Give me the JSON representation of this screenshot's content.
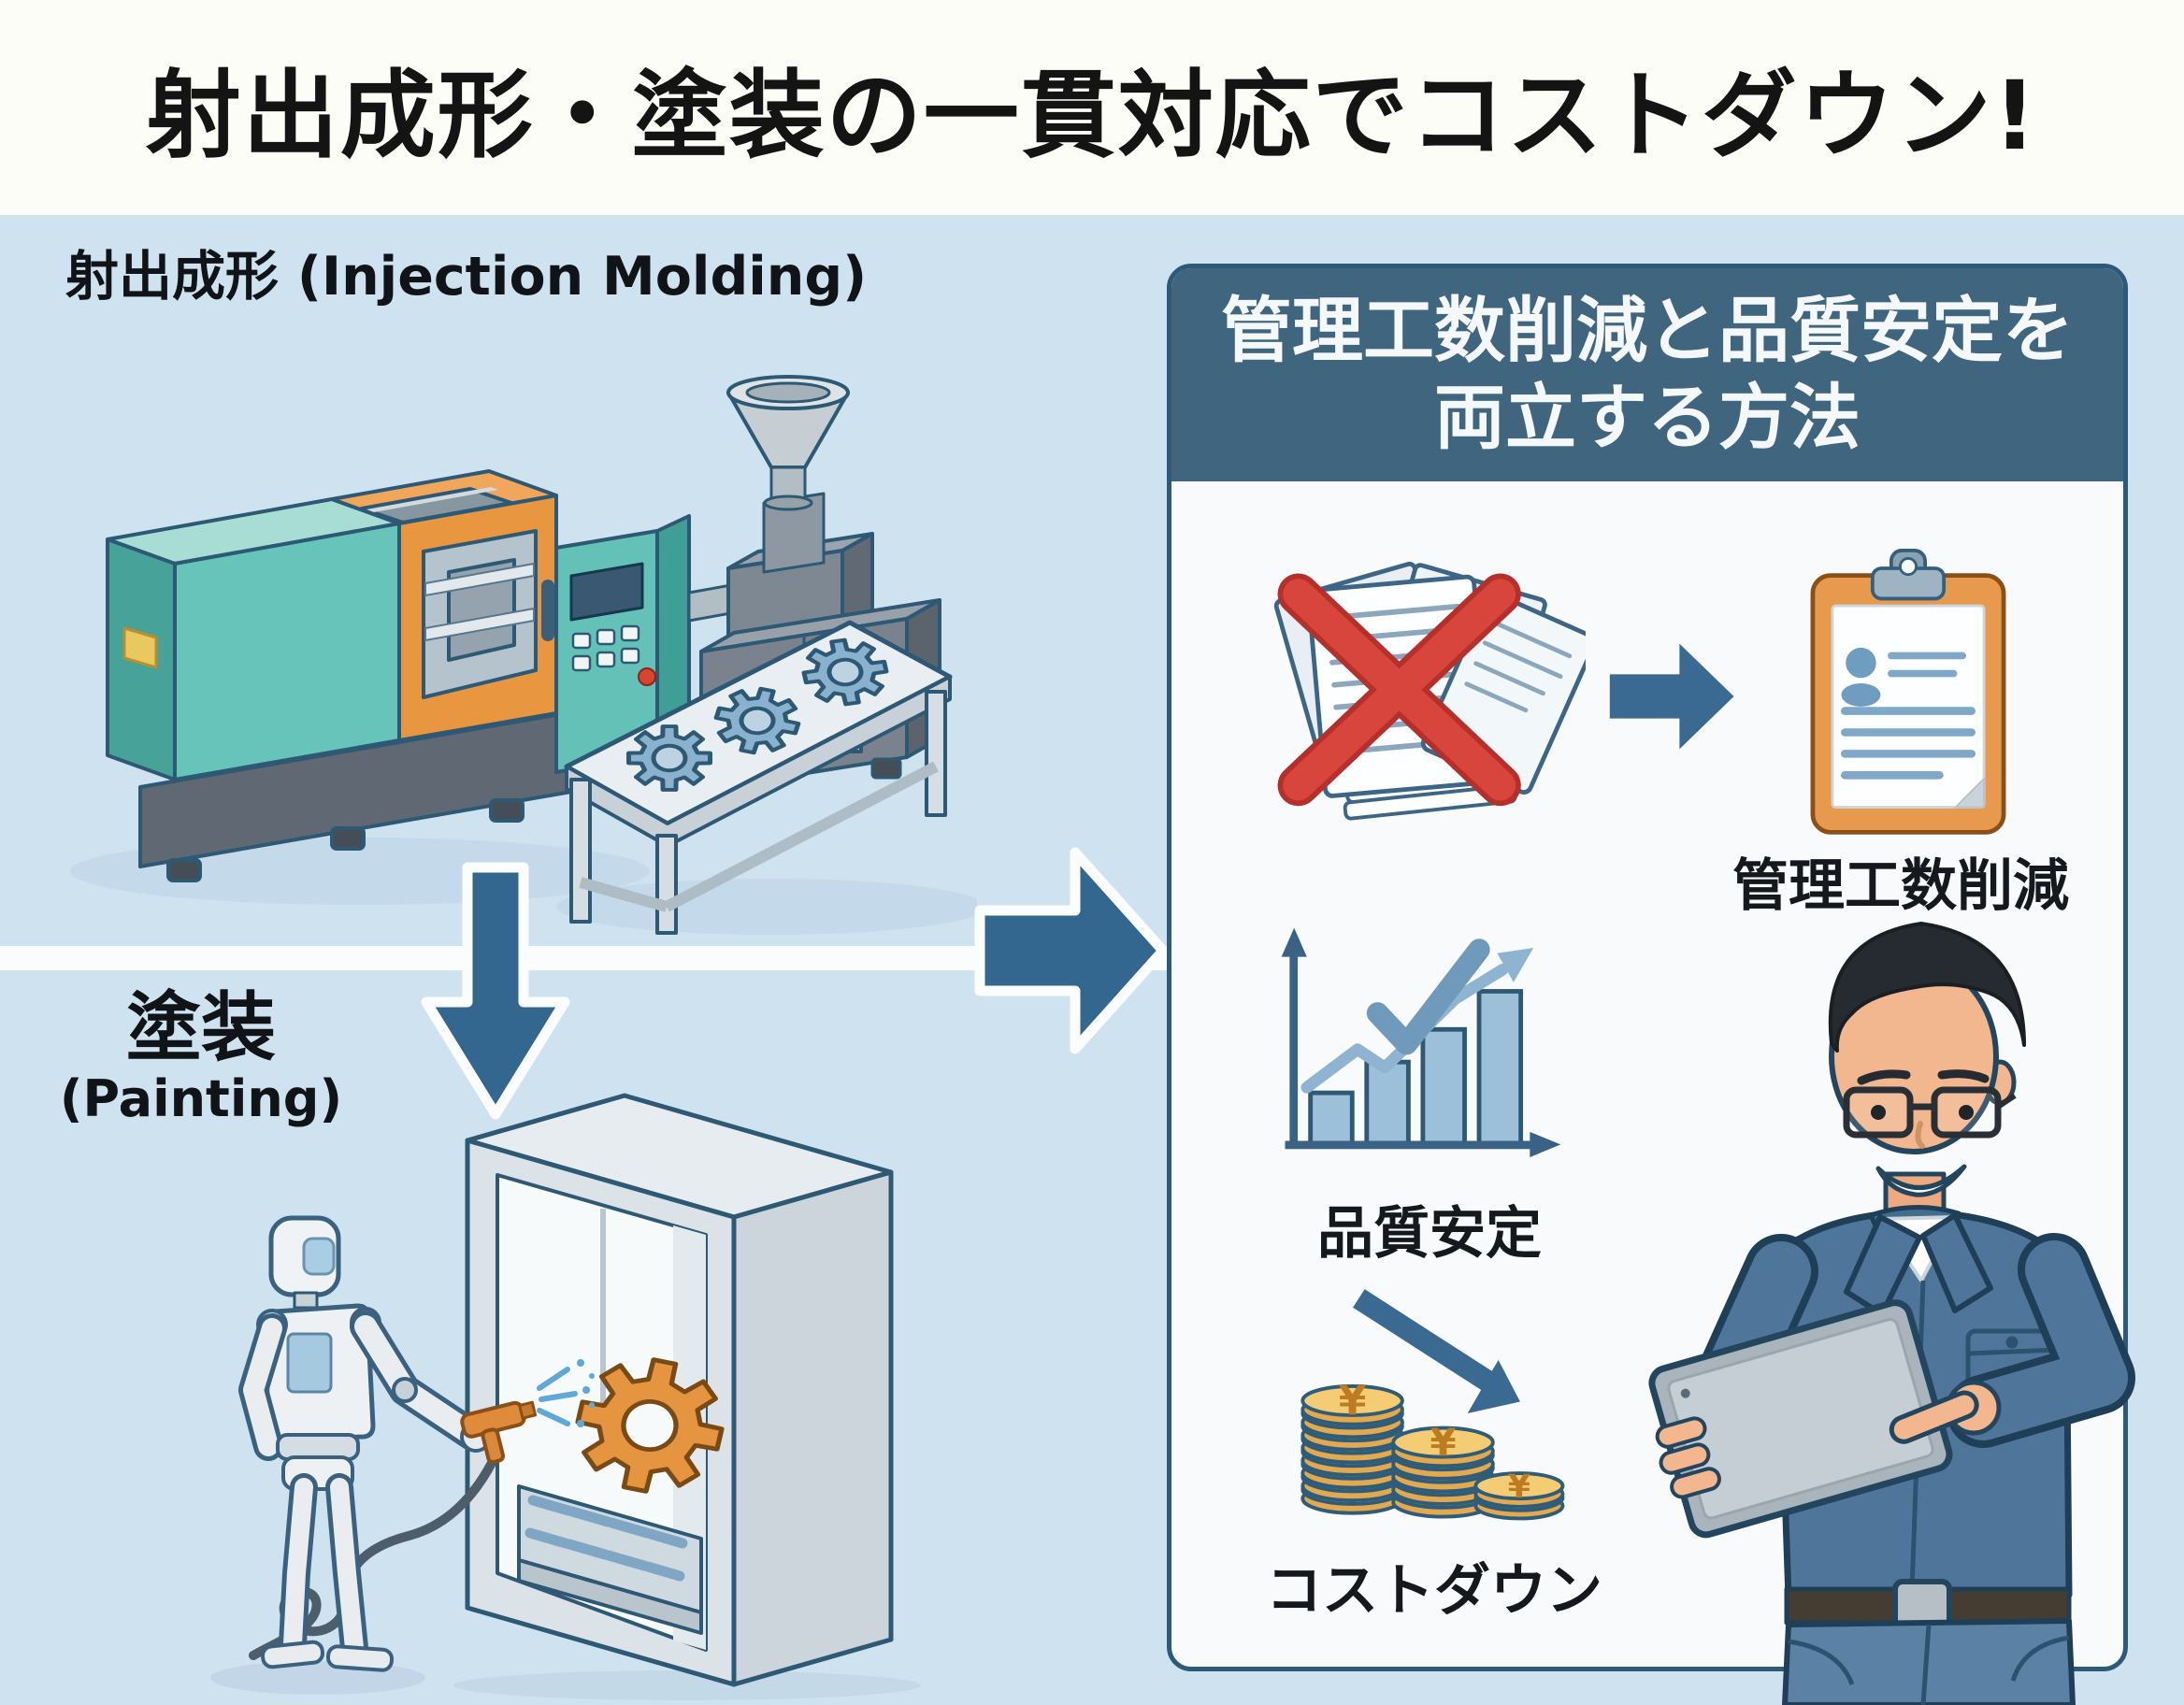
{
  "title": "射出成形・塗装の一貫対応でコストダウン!",
  "sections": {
    "molding": {
      "label": "射出成形 (Injection Molding)"
    },
    "painting": {
      "label_jp": "塗装",
      "label_en": "(Painting)"
    }
  },
  "panel": {
    "header_line1": "管理工数削減と品質安定を",
    "header_line2": "両立する方法",
    "items": [
      {
        "label": "管理工数削減",
        "icon": "crossed-documents-to-clipboard"
      },
      {
        "label": "品質安定",
        "icon": "rising-bar-chart-with-check"
      },
      {
        "label": "コストダウン",
        "icon": "decreasing-coin-stacks"
      }
    ],
    "coin_symbol": "¥"
  },
  "colors": {
    "background": "#cfe2ef",
    "banner": "#fdfdf8",
    "panel_header": "#40657f",
    "flow_arrow_blue": "#33678f",
    "alert_red": "#d7413b",
    "machine_teal": "#67c4ba",
    "machine_orange": "#e8963f",
    "gear_blue": "#8ab1cd",
    "gear_orange": "#e5953f",
    "coin_gold": "#f3cc74",
    "worker_uniform": "#4f769a"
  }
}
